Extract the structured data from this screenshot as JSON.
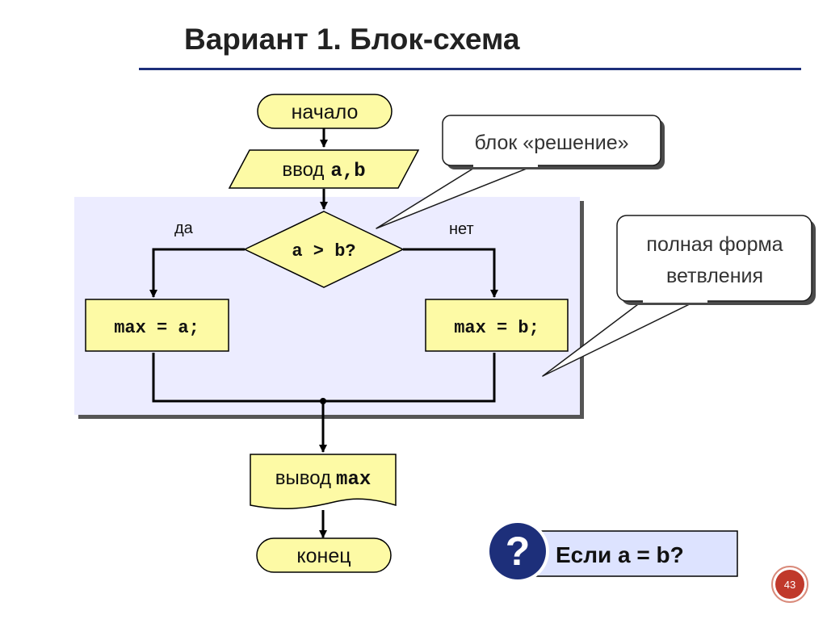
{
  "slide": {
    "title": "Вариант 1. Блок-схема",
    "page_number": "43"
  },
  "flowchart": {
    "start": "начало",
    "input_label": "ввод",
    "input_vars": "a,b",
    "condition": "a > b?",
    "yes_label": "да",
    "no_label": "нет",
    "yes_action": "max = a;",
    "no_action": "max = b;",
    "output_label": "вывод",
    "output_var": "max",
    "end": "конец"
  },
  "callouts": {
    "decision_block": "блок «решение»",
    "full_form_line1": "полная форма",
    "full_form_line2": "ветвления"
  },
  "question": {
    "icon_symbol": "?",
    "text": "Если a = b?"
  },
  "colors": {
    "block_fill": "#fdfaa5",
    "branch_area": "#ececff",
    "question_fill": "#dde3ff",
    "accent_blue": "#1d2f7a",
    "badge_red": "#c0392b"
  }
}
